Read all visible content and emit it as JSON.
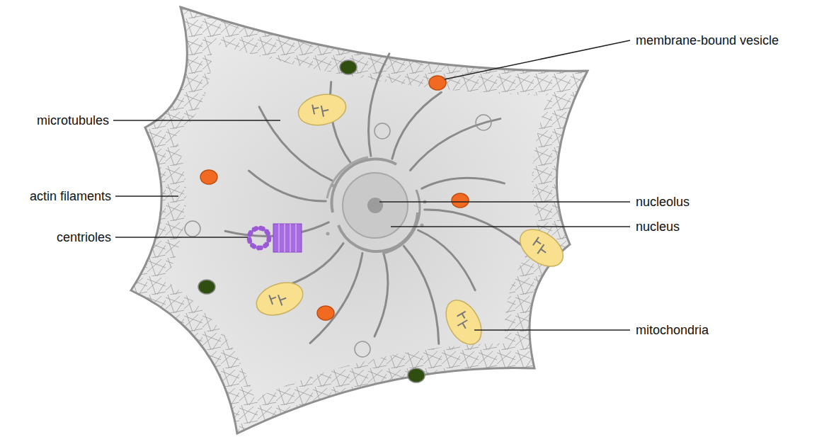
{
  "diagram": {
    "labels": [
      "membrane-bound vesicle",
      "microtubules",
      "actin filaments",
      "centrioles",
      "nucleolus",
      "nucleus",
      "mitochondria"
    ]
  }
}
